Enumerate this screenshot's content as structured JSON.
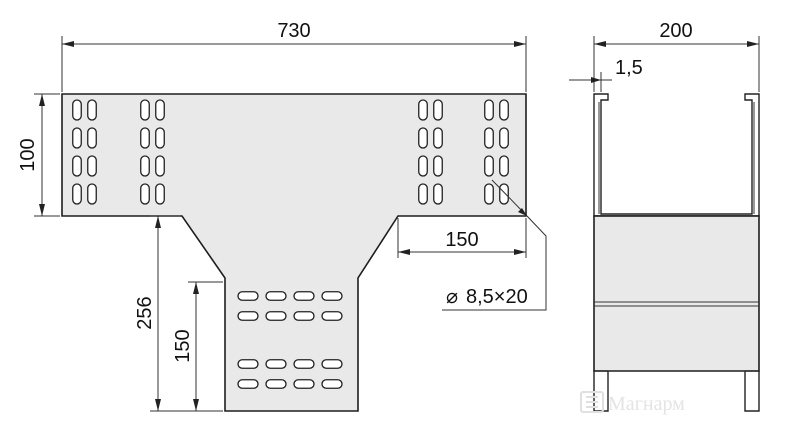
{
  "drawing": {
    "dim_total_width": "730",
    "dim_side_width": "200",
    "dim_wall_thickness": "1,5",
    "dim_height": "100",
    "dim_branch_length": "256",
    "dim_branch_width": "150",
    "dim_offset": "150",
    "hole_callout": "8,5×20",
    "diameter_symbol": "⌀",
    "watermark": "Магнарм"
  },
  "colors": {
    "body": "#e9e9e9",
    "stroke": "#1e1e1e"
  }
}
